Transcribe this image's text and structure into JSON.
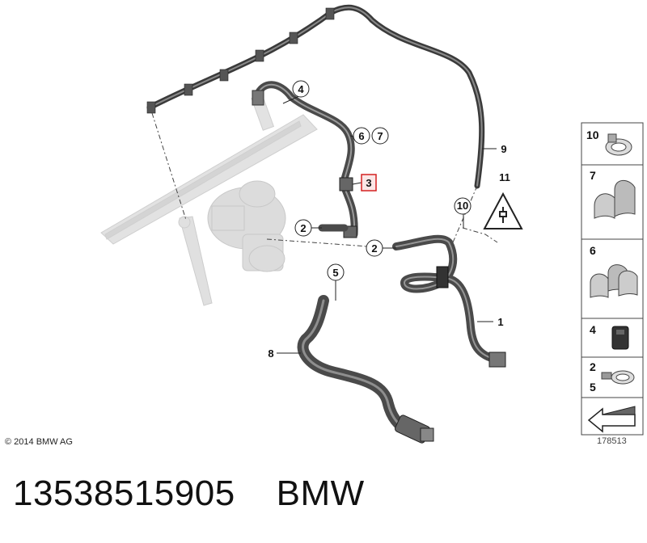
{
  "callouts": [
    {
      "id": "c4",
      "label": "4"
    },
    {
      "id": "c6",
      "label": "6"
    },
    {
      "id": "c7",
      "label": "7"
    },
    {
      "id": "c3",
      "label": "3",
      "highlight": true
    },
    {
      "id": "c2a",
      "label": "2"
    },
    {
      "id": "c2b",
      "label": "2"
    },
    {
      "id": "c5",
      "label": "5"
    },
    {
      "id": "c8",
      "label": "8"
    },
    {
      "id": "c9",
      "label": "9"
    },
    {
      "id": "c11",
      "label": "11"
    },
    {
      "id": "c10",
      "label": "10"
    },
    {
      "id": "c1",
      "label": "1"
    }
  ],
  "legend": [
    {
      "label": "10"
    },
    {
      "label": "7"
    },
    {
      "label": "6"
    },
    {
      "label": "4"
    },
    {
      "label": "2"
    },
    {
      "label": "5"
    }
  ],
  "copyright": "© 2014 BMW AG",
  "diagram_number": "178513",
  "part_number": "13538515905",
  "brand": "BMW",
  "colors": {
    "highlight": "#d42020",
    "hose": "#5a5a5a",
    "ghost": "#d8d8d8"
  }
}
